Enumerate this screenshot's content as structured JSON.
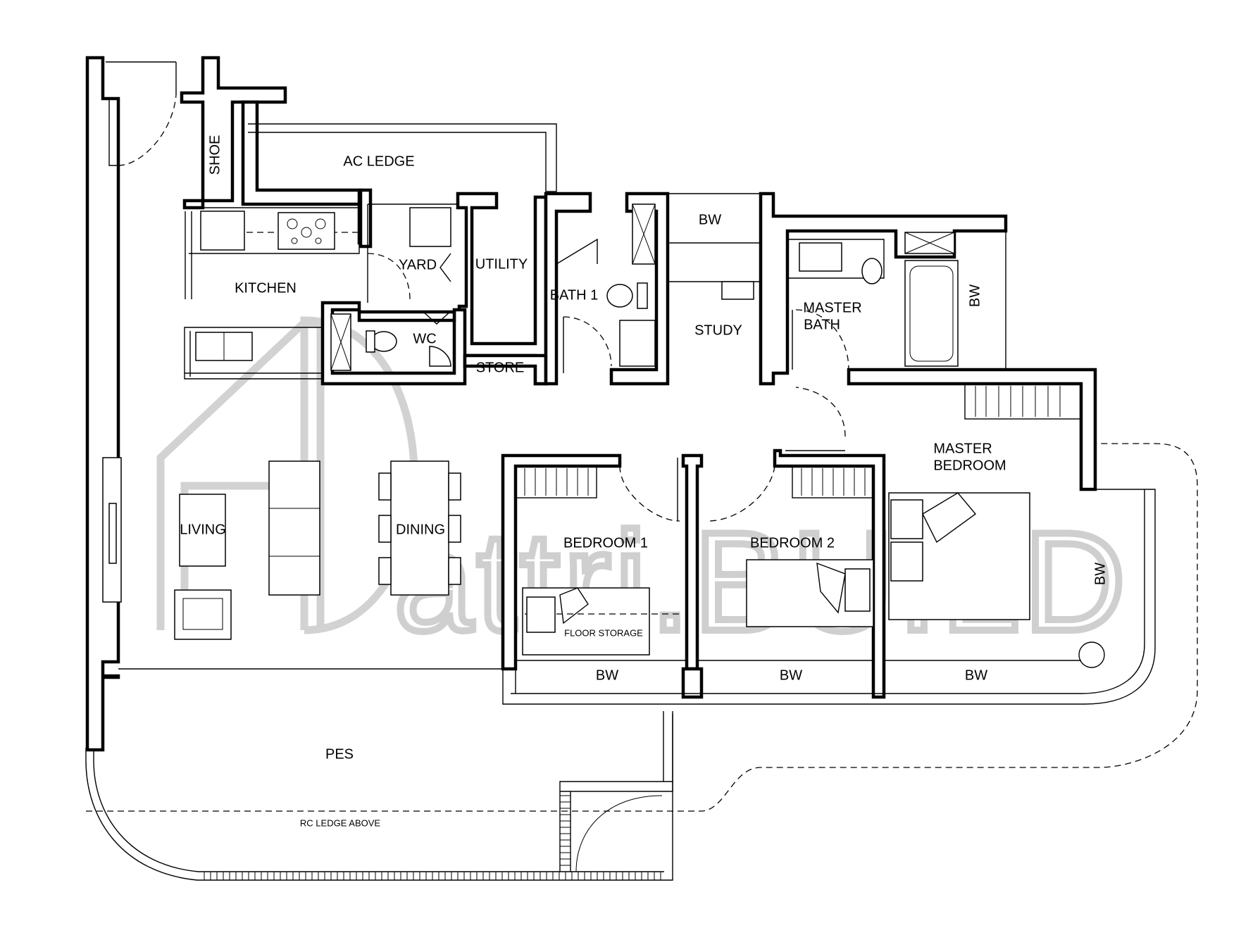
{
  "rooms": {
    "ac_ledge": "AC LEDGE",
    "shoe": "SHOE",
    "kitchen": "KITCHEN",
    "yard": "YARD",
    "utility": "UTILITY",
    "wc": "WC",
    "store": "STORE",
    "bath1": "BATH 1",
    "study": "STUDY",
    "bw_study": "BW",
    "master_bath_line1": "MASTER",
    "master_bath_line2": "BATH",
    "bw_master_bath": "BW",
    "master_bedroom_line1": "MASTER",
    "master_bedroom_line2": "BEDROOM",
    "bedroom1": "BEDROOM 1",
    "bedroom2": "BEDROOM 2",
    "floor_storage": "FLOOR STORAGE",
    "living": "LIVING",
    "dining": "DINING",
    "bw_bedroom1": "BW",
    "bw_bedroom2": "BW",
    "bw_master_bedroom": "BW",
    "bw_right": "BW",
    "pes": "PES",
    "rc_ledge": "RC LEDGE ABOVE"
  },
  "watermark": "attri.BUILD",
  "colors": {
    "wall": "#000000",
    "background": "#ffffff",
    "watermark": "#cfcfcf"
  }
}
